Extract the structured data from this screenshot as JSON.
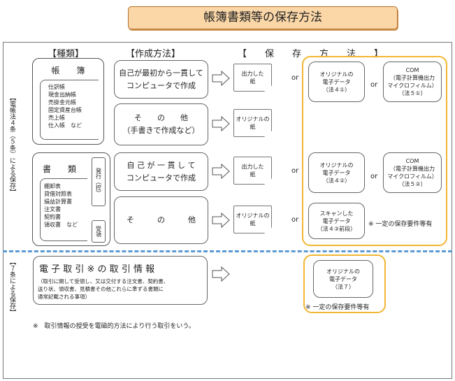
{
  "title": "帳簿書類等の保存方法",
  "headers": {
    "kinds": "【種類】",
    "creation": "【作成方法】",
    "storage": "【　　保　　存　　方　　法　　】"
  },
  "left_vertical_top": "【電帳法４条（５条）による保存】",
  "left_vertical_bottom": "【７条による保存】",
  "ledger": {
    "title": "帳　　簿",
    "items": [
      "仕訳帳",
      "現金出納帳",
      "売掛金元帳",
      "固定資産台帳",
      "売上帳",
      "仕入帳　など"
    ]
  },
  "documents": {
    "title": "書　　類",
    "items": [
      "棚卸表",
      "貸借対照表",
      "損益計算書",
      "注文書",
      "契約書",
      "領収書　など"
    ],
    "issue": "発行（控）",
    "receive": "受領"
  },
  "methods": {
    "m1": "自己が最初から一貫して\nコンピュータで作成",
    "m2": "そ　　の　　他\n（手書きで作成など）",
    "m3": "自 己 が 一 貫 し て\nコンピュータで作成",
    "m4": "そ　　　の　　　他"
  },
  "papers": {
    "p1": "出力した\n紙",
    "p2": "オリジナルの\n紙",
    "p3": "出力した\n紙",
    "p4": "オリジナルの\n紙"
  },
  "or_label": "or",
  "storage": {
    "s1": "オリジナルの\n電子データ\n（法４①）",
    "s1_com": "COM\n（電子計算機出力\nマイクロフィルム）\n（法５①）",
    "s2": "オリジナルの\n電子データ\n（法４②）",
    "s2_com": "COM\n（電子計算機出力\nマイクロフィルム）\n（法５②）",
    "s3": "スキャンした\n電子データ\n（法４③前段）",
    "s3_note": "※ 一定の保存要件等有"
  },
  "etrade": {
    "title": "電 子 取 引 ※ の 取 引 情 報",
    "desc": "（取引に関して受領し、又は交付する注文書、契約書、\n送り状、領収書、見積書その他これらに準ずる書類に\n通常記載される事項）",
    "storage": "オリジナルの\n電子データ\n（法７）",
    "note": "※ 一定の保存要件等有"
  },
  "footnote": "※　取引情報の授受を電磁的方法により行う取引をいう。"
}
